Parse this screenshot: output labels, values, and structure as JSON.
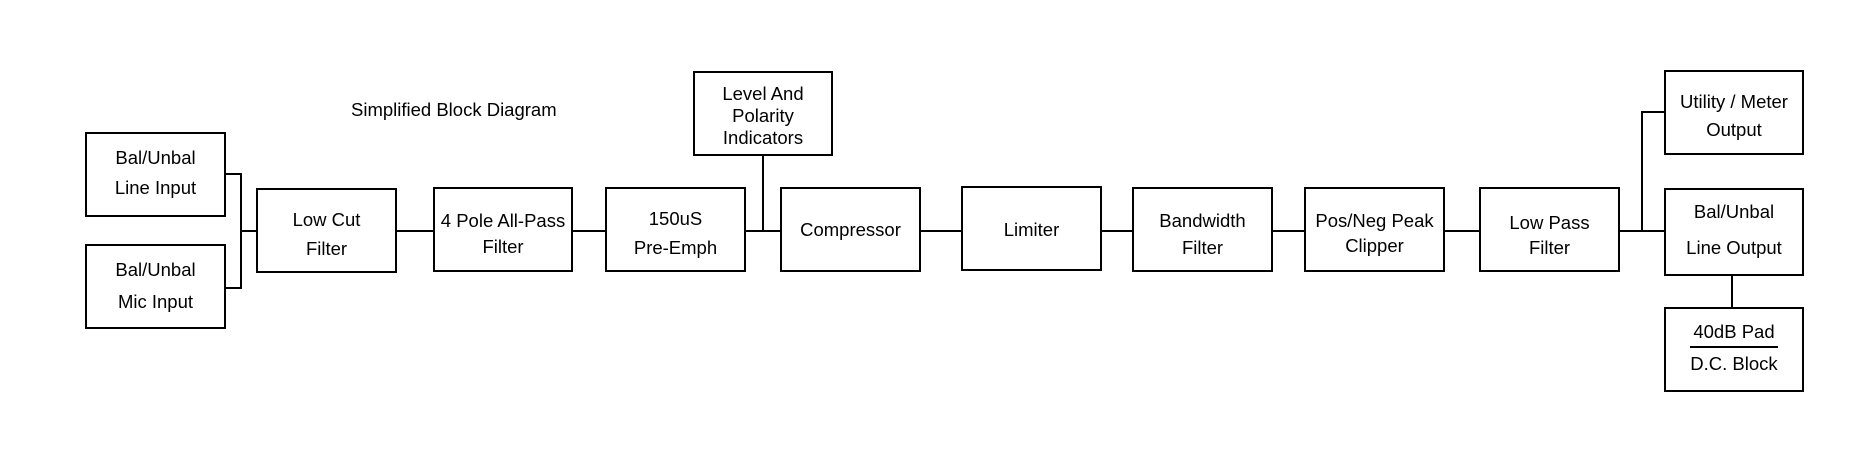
{
  "diagram": {
    "title": "Simplified Block Diagram",
    "blocks": {
      "line_input": [
        "Bal/Unbal",
        "Line Input"
      ],
      "mic_input": [
        "Bal/Unbal",
        "Mic Input"
      ],
      "low_cut": [
        "Low Cut",
        "Filter"
      ],
      "allpass": [
        "4 Pole All-Pass",
        "Filter"
      ],
      "preemph": [
        "150uS",
        "Pre-Emph"
      ],
      "indicators": [
        "Level And",
        "Polarity",
        "Indicators"
      ],
      "compressor": [
        "Compressor"
      ],
      "limiter": [
        "Limiter"
      ],
      "bandwidth": [
        "Bandwidth",
        "Filter"
      ],
      "clipper": [
        "Pos/Neg Peak",
        "Clipper"
      ],
      "low_pass": [
        "Low Pass",
        "Filter"
      ],
      "utility_out": [
        "Utility / Meter",
        "Output"
      ],
      "line_output": [
        "Bal/Unbal",
        "Line Output"
      ],
      "pad": [
        "40dB Pad",
        "D.C. Block"
      ]
    }
  }
}
